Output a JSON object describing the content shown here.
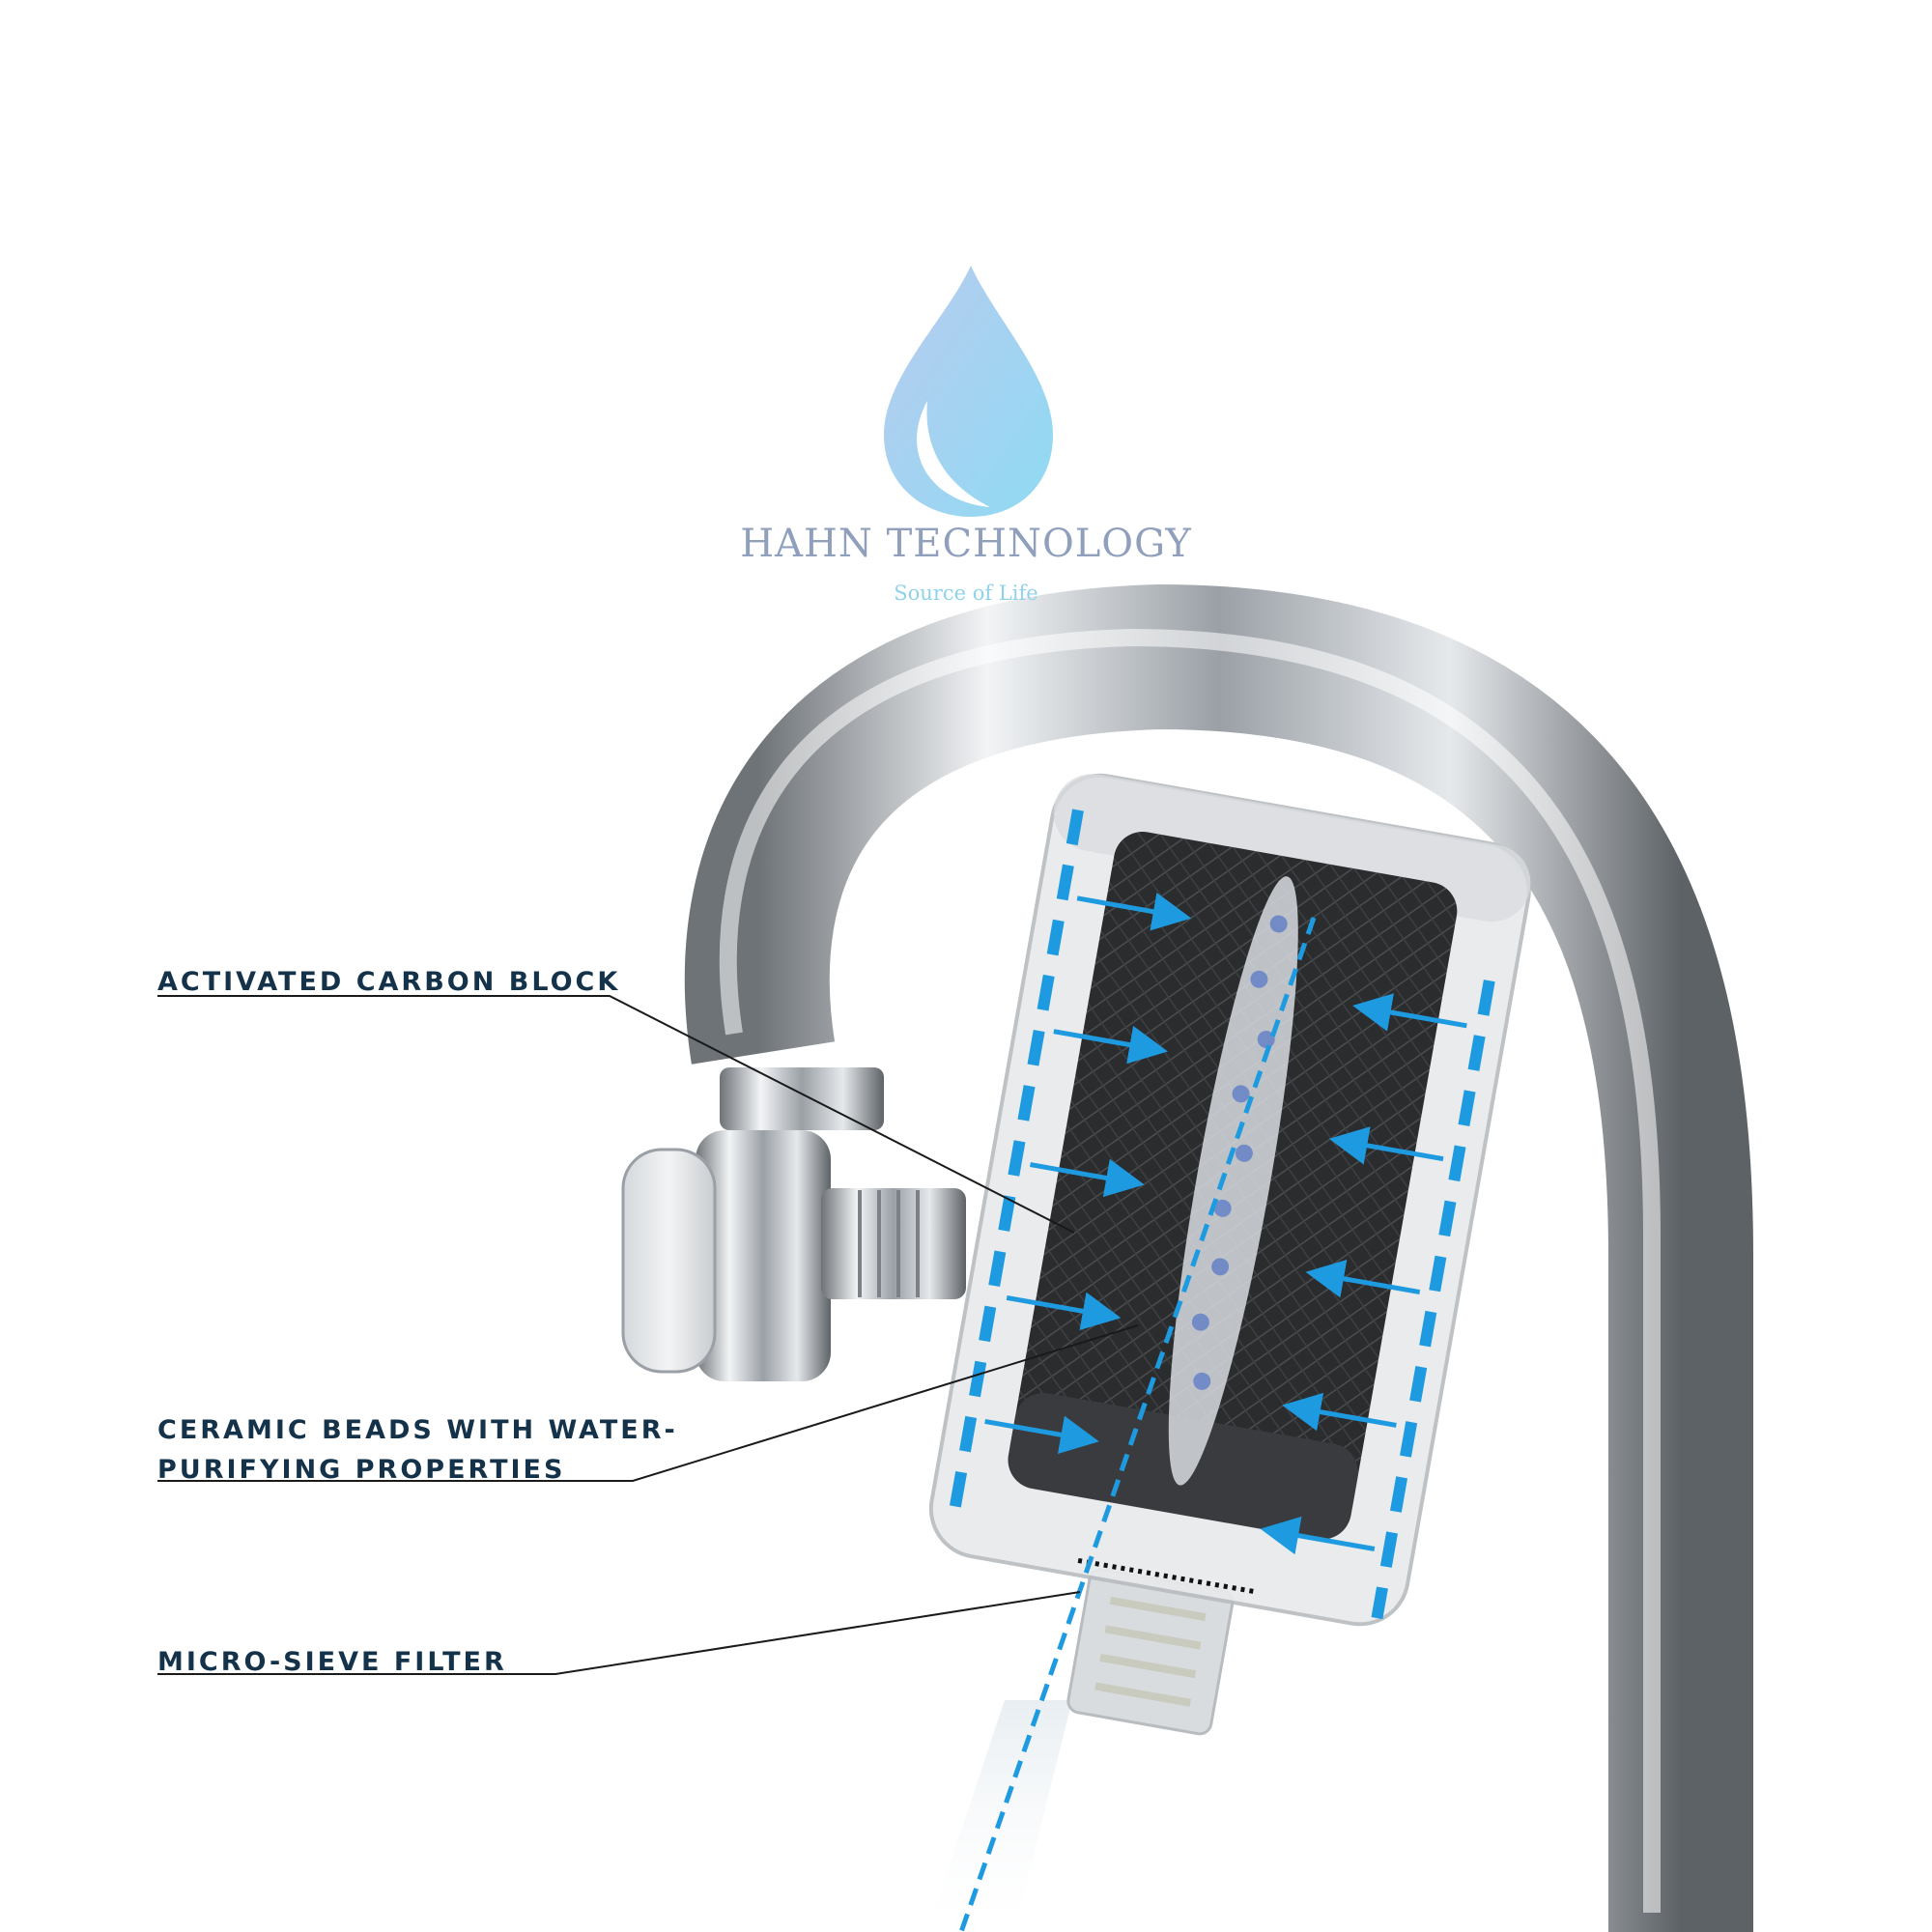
{
  "brand": {
    "name": "HAHN TECHNOLOGY",
    "tagline": "Source of Life"
  },
  "callouts": [
    {
      "lines": [
        "ACTIVATED CARBON BLOCK"
      ]
    },
    {
      "lines": [
        "CERAMIC BEADS WITH WATER-",
        "PURIFYING PROPERTIES"
      ]
    },
    {
      "lines": [
        "MICRO-SIEVE FILTER"
      ]
    }
  ],
  "colors": {
    "label_text": "#14324a",
    "flow_arrow": "#1e9be0",
    "brand_text": "#8f9fbc",
    "tagline_text": "#8fd3ea",
    "chrome": "#b9bec4",
    "carbon": "#2b2c2e"
  },
  "icons": [
    "water-drop-logo",
    "flow-arrow"
  ]
}
